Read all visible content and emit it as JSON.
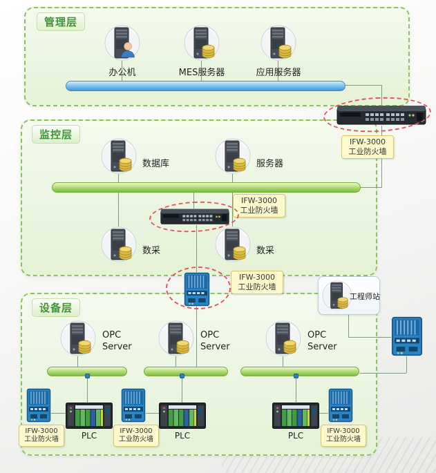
{
  "layers": {
    "management": {
      "label": "管理层",
      "nodes": [
        {
          "label": "办公机"
        },
        {
          "label": "MES服务器"
        },
        {
          "label": "应用服务器"
        }
      ]
    },
    "monitoring": {
      "label": "监控层",
      "top_nodes": [
        {
          "label": "数据库"
        },
        {
          "label": "服务器"
        }
      ],
      "bottom_nodes": [
        {
          "label": "数采"
        },
        {
          "label": "数采"
        }
      ]
    },
    "device": {
      "label": "设备层",
      "groups": [
        {
          "server_line1": "OPC",
          "server_line2": "Server",
          "plc_label": "PLC"
        },
        {
          "server_line1": "OPC",
          "server_line2": "Server",
          "plc_label": "PLC"
        },
        {
          "server_line1": "OPC",
          "server_line2": "Server",
          "plc_label": "PLC"
        }
      ]
    }
  },
  "firewall_label": {
    "line1": "IFW-3000",
    "line2": "工业防火墙"
  },
  "engineer_station": {
    "label": "工程师站"
  },
  "colors": {
    "layer_border": "#8cc25e",
    "layer_fill": "#ebf6e0",
    "bus_blue": "#3e9bd6",
    "bus_green": "#7cbb3f",
    "callout_bg": "#fdf9cd",
    "callout_border": "#d8c96d",
    "highlight_red": "#e25565",
    "device_blue": "#2c83c4"
  }
}
